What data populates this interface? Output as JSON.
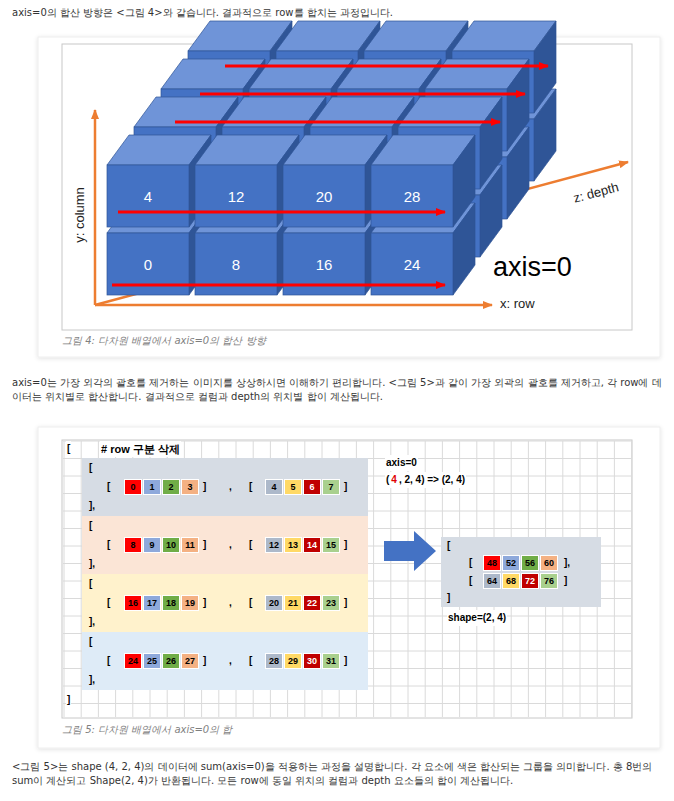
{
  "diagram": {
    "nodes": [
      {
        "text": [
          "4"
        ]
      },
      {
        "text": [
          "12"
        ]
      },
      {
        "text": [
          "20"
        ]
      },
      {
        "text": [
          "28"
        ]
      },
      {
        "text": [
          "0"
        ]
      },
      {
        "text": [
          "8"
        ]
      },
      {
        "text": [
          "16"
        ]
      },
      {
        "text": [
          "24"
        ]
      },
      {
        "text": [
          "0"
        ]
      },
      {
        "text": [
          "1"
        ]
      },
      {
        "text": [
          "2"
        ]
      },
      {
        "text": [
          "3"
        ]
      },
      {
        "text": [
          "4"
        ]
      },
      {
        "text": [
          "5"
        ]
      },
      {
        "text": [
          "6"
        ]
      },
      {
        "text": [
          "7"
        ]
      },
      {
        "text": [
          "8"
        ]
      },
      {
        "text": [
          "9"
        ]
      },
      {
        "text": [
          "10"
        ]
      },
      {
        "text": [
          "11"
        ]
      },
      {
        "text": [
          "12"
        ]
      },
      {
        "text": [
          "13"
        ]
      },
      {
        "text": [
          "14"
        ]
      },
      {
        "text": [
          "15"
        ]
      },
      {
        "text": [
          "16"
        ]
      },
      {
        "text": [
          "17"
        ]
      },
      {
        "text": [
          "18"
        ]
      },
      {
        "text": [
          "19"
        ]
      },
      {
        "text": [
          "20"
        ]
      },
      {
        "text": [
          "21"
        ]
      },
      {
        "text": [
          "22"
        ]
      },
      {
        "text": [
          "23"
        ]
      },
      {
        "text": [
          "24"
        ]
      },
      {
        "text": [
          "25"
        ]
      },
      {
        "text": [
          "26"
        ]
      },
      {
        "text": [
          "27"
        ]
      },
      {
        "text": [
          "28"
        ]
      },
      {
        "text": [
          "29"
        ]
      },
      {
        "text": [
          "30"
        ]
      },
      {
        "text": [
          "31"
        ]
      },
      {
        "text": [
          "48"
        ]
      },
      {
        "text": [
          "52"
        ]
      },
      {
        "text": [
          "56"
        ]
      },
      {
        "text": [
          "60"
        ]
      },
      {
        "text": [
          "64"
        ]
      },
      {
        "text": [
          "68"
        ]
      },
      {
        "text": [
          "72"
        ]
      },
      {
        "text": [
          "76"
        ]
      }
    ],
    "labels": [
      "axis=0의 합산 방향은 <그림 4>와 같습니다. 결과적으로 row를 합치는 과정입니다.",
      "y: column",
      "z: depth",
      "x: row",
      "axis=0",
      "그림 4: 다차원 배열에서 axis=0의 합산 방향",
      "axis=0는 가장 외각의 괄호를 제거하는 이미지를 상상하시면 이해하기 편리합니다. <그림 5>과 같이 가장 외곽의 괄호를 제거하고, 각 row에 데이터는 위치별로 합산합니다. 결과적으로 컬럼과 depth의 위치별 합이 계산됩니다.",
      "# row 구분 삭제",
      "[",
      "[",
      "[",
      "]",
      ",",
      "[",
      "]",
      "],",
      "[",
      "[",
      "]",
      ",",
      "[",
      "]",
      "],",
      "[",
      "[",
      "]",
      ",",
      "[",
      "]",
      "],",
      "[",
      "[",
      "]",
      ",",
      "[",
      "]",
      "],",
      "]",
      "axis=0",
      "(",
      "4",
      ", 2, 4) => (2, 4)",
      "[",
      "[",
      "],",
      "[",
      "]",
      "]",
      "shape=(2, 4)",
      "그림 5: 다차원 배열에서 axis=0의 합",
      "<그림 5>는 shape (4, 2, 4)의 데이터에 sum(axis=0)을 적용하는 과정을 설명합니다. 각 요소에 색은 합산되는 그룹을 의미합니다. 총 8번의 sum이 계산되고 Shape(2, 4)가 반환됩니다. 모든 row에 동일 위치의 컬럼과 depth 요소들의 합이 계산됩니다."
    ]
  }
}
